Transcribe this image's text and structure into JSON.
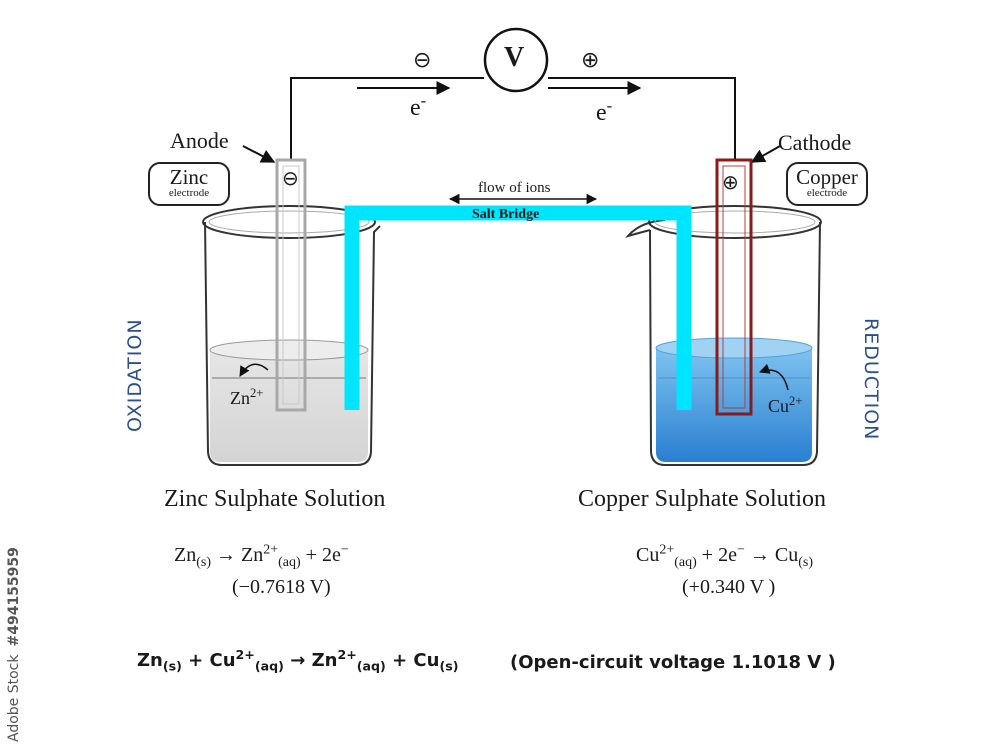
{
  "voltmeter": {
    "symbol": "V"
  },
  "electrons": {
    "left": "e",
    "right": "e",
    "charge": "-"
  },
  "terminals": {
    "negative": "⊖",
    "positive": "⊕"
  },
  "anode": {
    "title": "Anode",
    "metal": "Zinc",
    "sub": "electrode",
    "sign": "⊖"
  },
  "cathode": {
    "title": "Cathode",
    "metal": "Copper",
    "sub": "electrode",
    "sign": "⊕"
  },
  "salt_bridge": {
    "label": "Salt Bridge",
    "flow": "flow of ions"
  },
  "left_side": {
    "process": "OXIDATION",
    "ion": "Zn",
    "ion_charge": "2+",
    "solution": "Zinc Sulphate Solution",
    "eq": {
      "a": "Zn",
      "a_sub": "(s)",
      "b": "Zn",
      "b_sup": "2+",
      "b_sub": "(aq)",
      "c": "+ 2e",
      "c_sup": "−"
    },
    "potential": "(−0.7618 V)"
  },
  "right_side": {
    "process": "REDUCTION",
    "ion": "Cu",
    "ion_charge": "2+",
    "solution": "Copper Sulphate Solution",
    "eq": {
      "a": "Cu",
      "a_sup": "2+",
      "a_sub": "(aq)",
      "b": "+ 2e",
      "b_sup": "−",
      "c": "Cu",
      "c_sub": "(s)"
    },
    "potential": "(+0.340 V )"
  },
  "overall": {
    "t1": "Zn",
    "t1s": "(s)",
    "t2": "+ Cu",
    "t2p": "2+",
    "t2s": "(aq)",
    "t3": "Zn",
    "t3p": "2+",
    "t3s": "(aq)",
    "t4": "+ Cu",
    "t4s": "(s)",
    "note": "(Open-circuit voltage 1.1018 V )"
  },
  "arrow": "→",
  "watermark": {
    "id": "#494155959",
    "brand": "Adobe Stock"
  },
  "colors": {
    "bridge": "#00e5ff",
    "copper_rod": "#8b1a1a",
    "solution_blue": "#3f9de0",
    "process_text": "#2d4f8a"
  }
}
